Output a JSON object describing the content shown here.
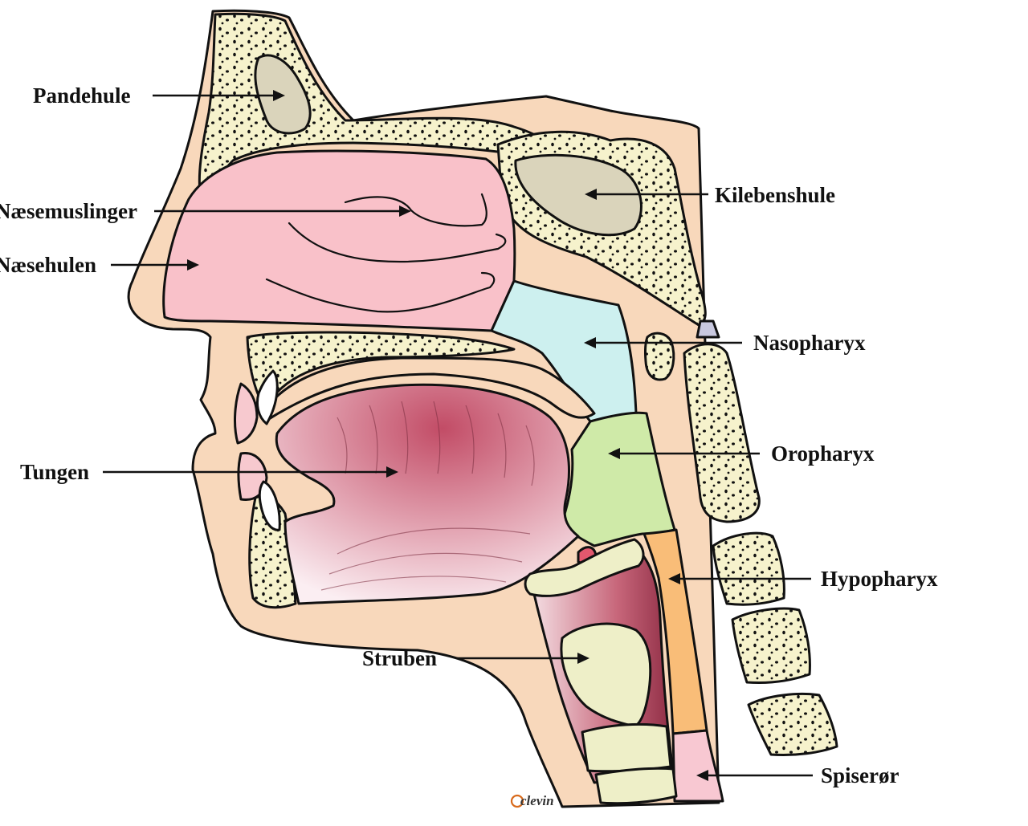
{
  "labels": {
    "pandehule": "Pandehule",
    "naesemuslinger": "Næsemuslinger",
    "naesehulen": "Næsehulen",
    "tungen": "Tungen",
    "struben": "Struben",
    "kilebenshule": "Kilebenshule",
    "nasopharyx": "Nasopharyx",
    "oropharyx": "Oropharyx",
    "hypopharyx": "Hypopharyx",
    "spiseroer": "Spiserør"
  },
  "signature": {
    "name": "clevin"
  },
  "colors": {
    "skin": "#f8d8bb",
    "bone": "#f6f2cc",
    "sinus": "#dad4bb",
    "nasal_cavity": "#f9c1c9",
    "nasopharynx": "#cdf0ef",
    "oropharynx": "#cfeaa8",
    "hypopharynx": "#f9bd78",
    "esophagus": "#f8c8d2",
    "tongue": "#d5667f",
    "cartilage": "#eeefc8"
  }
}
